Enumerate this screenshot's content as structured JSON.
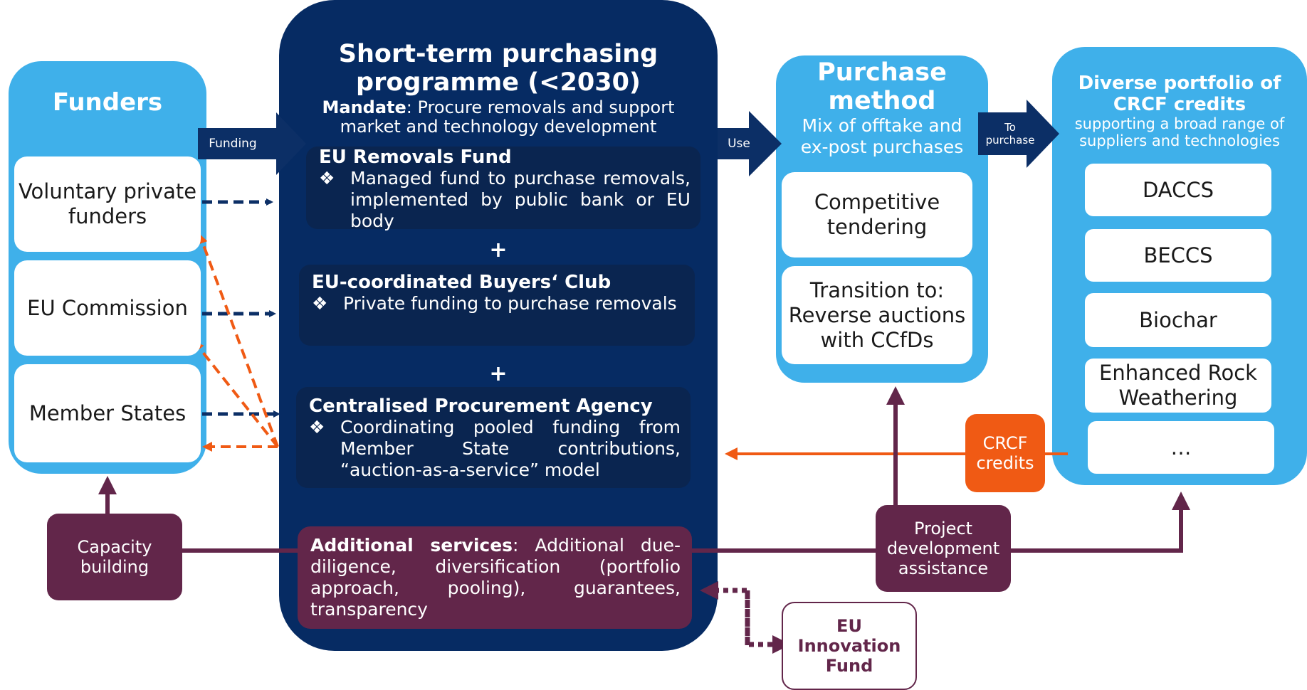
{
  "funders": {
    "title": "Funders",
    "items": [
      {
        "label": "Voluntary private funders"
      },
      {
        "label": "EU Commission"
      },
      {
        "label": "Member States"
      }
    ]
  },
  "programme": {
    "title": "Short-term purchasing programme (<2030)",
    "mandate_label": "Mandate",
    "mandate_text": ": Procure removals and support market and technology development",
    "plus": "+",
    "removals_fund": {
      "title": "EU Removals Fund",
      "bullet": "❖",
      "text": "Managed fund to purchase removals, implemented by public bank or EU body"
    },
    "buyers_club": {
      "title": "EU-coordinated Buyers‘ Club",
      "bullet": "❖",
      "text": "Private funding to purchase removals"
    },
    "procurement_agency": {
      "title": "Centralised Procurement Agency",
      "bullet": "❖",
      "text": "Coordinating pooled funding from Member State contributions, “auction-as-a-service” model"
    },
    "additional_services": {
      "label": "Additional services",
      "text": ": Additional due-diligence, diversification (portfolio approach, pooling), guarantees, transparency"
    }
  },
  "arrows": {
    "funding": "Funding",
    "use": "Use",
    "to_purchase": "To purchase"
  },
  "purchase_method": {
    "title": "Purchase method",
    "subtitle": "Mix of offtake and ex-post purchases",
    "items": [
      {
        "label": "Competitive tendering"
      },
      {
        "label": "Transition to: Reverse auctions with CCfDs"
      }
    ]
  },
  "portfolio": {
    "title": "Diverse portfolio of CRCF credits",
    "subtitle": "supporting a broad range of suppliers and technologies",
    "items": [
      {
        "label": "DACCS"
      },
      {
        "label": "BECCS"
      },
      {
        "label": "Biochar"
      },
      {
        "label": "Enhanced Rock Weathering"
      },
      {
        "label": "…"
      }
    ]
  },
  "crcf_credits": {
    "label": "CRCF credits"
  },
  "capacity_building": {
    "label": "Capacity building"
  },
  "project_assistance": {
    "label": "Project development assistance"
  },
  "innovation_fund": {
    "label": "EU Innovation Fund"
  },
  "colors": {
    "light_blue": "#3fb0ea",
    "dark_navy": "#062b63",
    "plum": "#62264a",
    "orange": "#f05a14",
    "arrow_navy": "#0c2f66"
  }
}
